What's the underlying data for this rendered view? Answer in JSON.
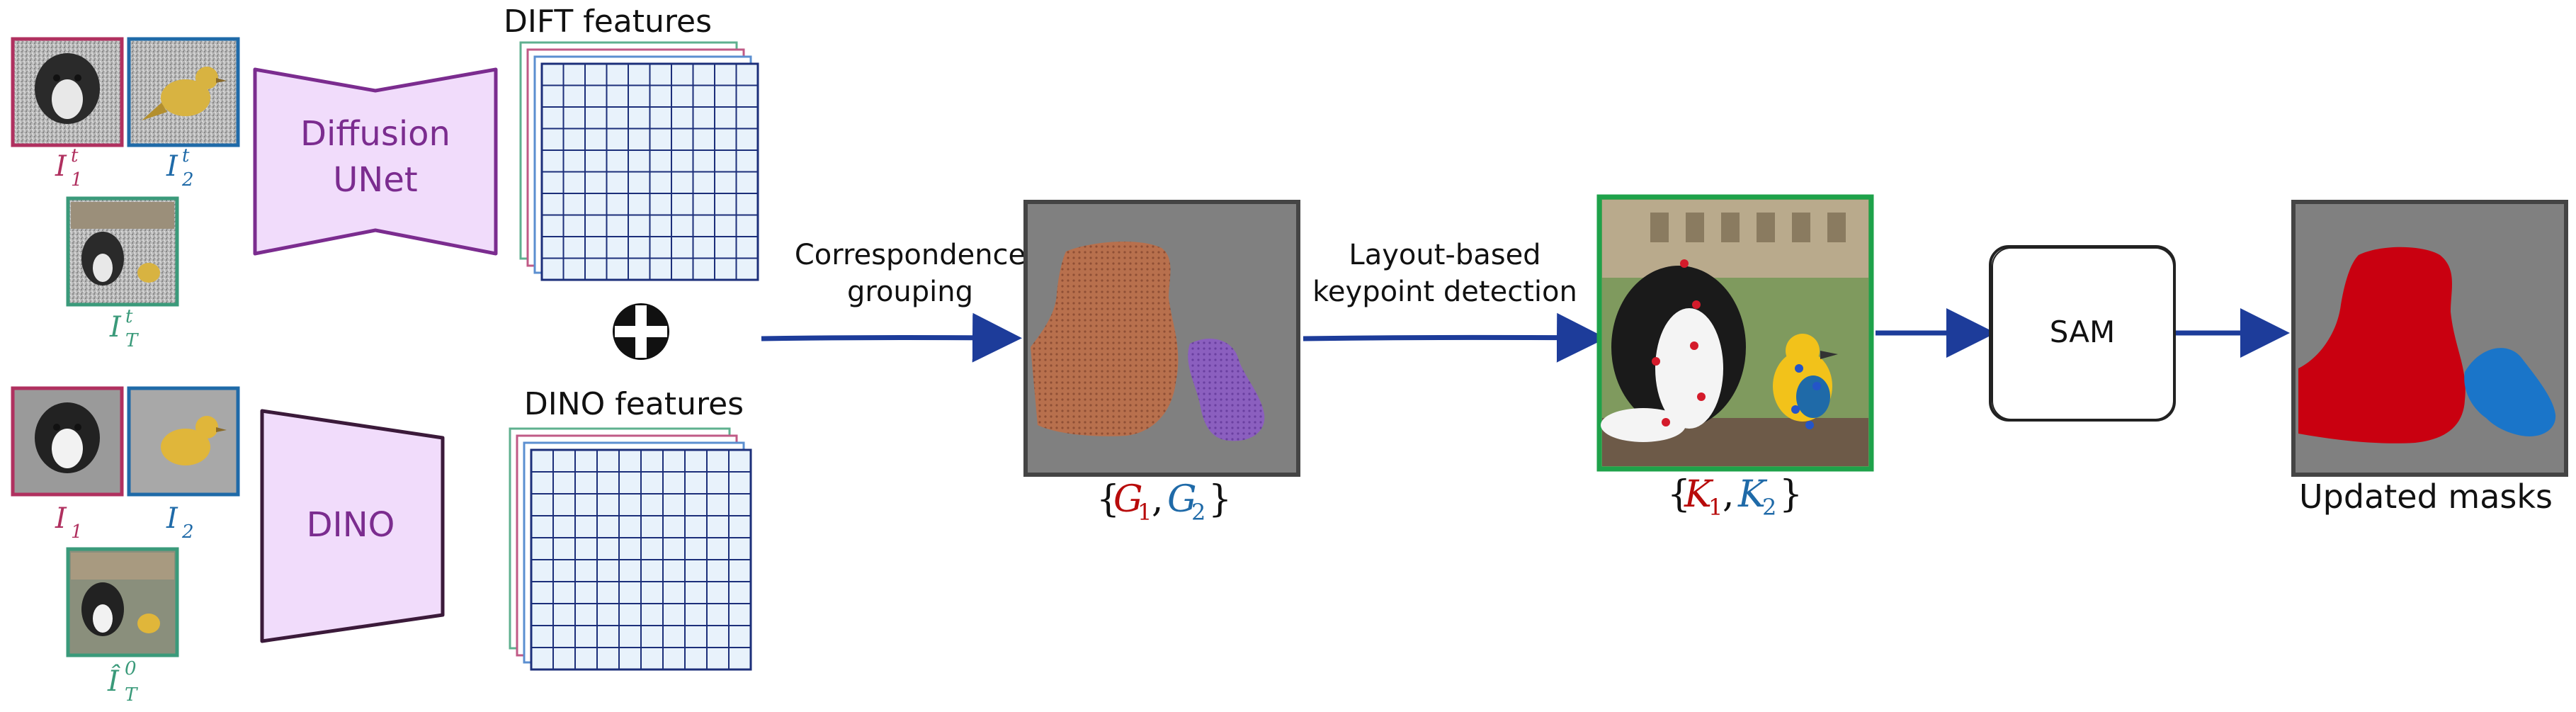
{
  "inputs": {
    "noisy_labels": [
      "I",
      "I",
      "I"
    ],
    "noisy_subscripts": [
      "1",
      "2",
      "T"
    ],
    "noisy_superscripts": [
      "t",
      "t",
      "t"
    ],
    "clean_labels": [
      "I",
      "I",
      "Î"
    ],
    "clean_subscripts": [
      "1",
      "2",
      "T"
    ],
    "clean_superscripts": [
      "",
      "",
      "0"
    ]
  },
  "encoders": {
    "diffusion_line1": "Diffusion",
    "diffusion_line2": "UNet",
    "dino": "DINO"
  },
  "features": {
    "dift_title": "DIFT features",
    "dino_title": "DINO features",
    "combine_symbol": "⊕"
  },
  "steps": {
    "grouping_line1": "Correspondence",
    "grouping_line2": "grouping",
    "keypoint_line1": "Layout-based",
    "keypoint_line2": "keypoint detection"
  },
  "groups": {
    "open": "{",
    "letter": "G",
    "sub1": "1",
    "sub2": "2",
    "comma": ",",
    "close": "}"
  },
  "keypoints": {
    "open": "{",
    "letter": "K",
    "sub1": "1",
    "sub2": "2",
    "comma": ",",
    "close": "}"
  },
  "sam": {
    "label": "SAM"
  },
  "output": {
    "label": "Updated masks"
  },
  "colors": {
    "magenta": "#b0305f",
    "blue": "#1f6aa8",
    "teal": "#3a9a7a",
    "purple": "#7b2c8f",
    "purple_fill": "#f1dcfb",
    "dino_stroke": "#3b1a3a",
    "arrow": "#1d3c9a",
    "red": "#b80b0b",
    "green": "#1ea24a",
    "gray": "#7a7a7a"
  },
  "icons": [
    "dog-icon",
    "bird-icon",
    "colosseum-icon",
    "arrow-icon",
    "plus-circle-icon"
  ]
}
